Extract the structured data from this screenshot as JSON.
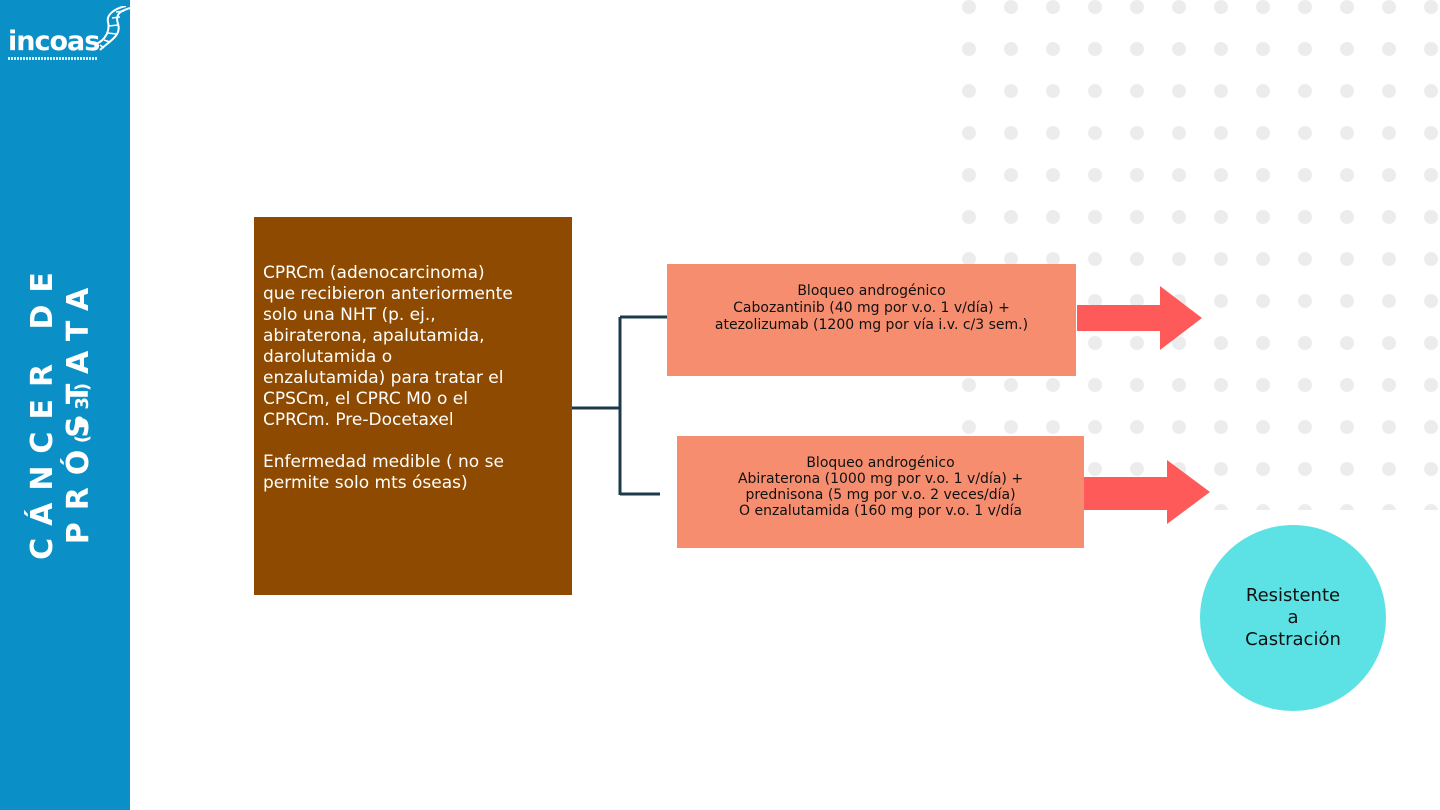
{
  "brand": {
    "logo_text": "incoas",
    "sidebar_color": "#0a8fc6"
  },
  "sidebar": {
    "title": "CÁNCER DE PRÓSTATA",
    "subtitle": "(P3)"
  },
  "diagram": {
    "main_box": {
      "text_1": "CPRCm (adenocarcinoma)\nque recibieron anteriormente\nsolo una NHT (p. ej.,\nabiraterona, apalutamida,\ndarolutamida o\nenzalutamida) para tratar el\nCPSCm, el CPRC M0 o el\nCPRCm. Pre-Docetaxel",
      "text_2": "Enfermedad medible ( no se\npermite solo mts óseas)",
      "color": "#8e4a00"
    },
    "treatment_1": {
      "title": "Bloqueo androgénico",
      "detail": "Cabozantinib (40 mg por v.o. 1 v/día) +\natezolizumab (1200 mg por vía i.v. c/3 sem.)",
      "color": "#f58d6e"
    },
    "treatment_2": {
      "title": "Bloqueo androgénico",
      "detail": "Abiraterona (1000 mg por v.o. 1 v/día) +\nprednisona (5 mg por v.o. 2 veces/día)\nO enzalutamida (160 mg por v.o. 1 v/día",
      "color": "#f58d6e"
    },
    "outcome": {
      "label": "Resistente\na\nCastración",
      "color": "#5ce2e4"
    },
    "arrow_color": "#fe5a5a",
    "connector_color": "#1e3a4a"
  }
}
